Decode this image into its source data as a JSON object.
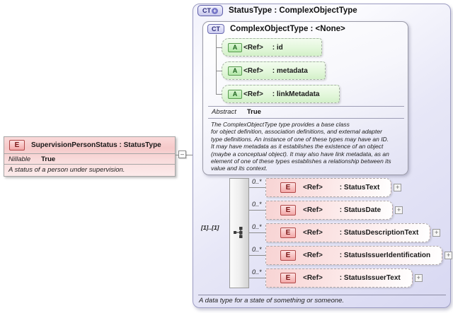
{
  "header": {
    "badge": "CT",
    "title": "StatusType : ComplexObjectType"
  },
  "base": {
    "badge": "CT",
    "title": "ComplexObjectType : <None>",
    "attributes": [
      {
        "badge": "A",
        "ref": "<Ref>",
        "name": ": id"
      },
      {
        "badge": "A",
        "ref": "<Ref>",
        "name": ": metadata"
      },
      {
        "badge": "A",
        "ref": "<Ref>",
        "name": ": linkMetadata"
      }
    ],
    "abstract_label": "Abstract",
    "abstract_value": "True",
    "description": "The ComplexObjectType type provides a base class\nfor object definition, association definitions, and external adapter\ntype definitions. An instance of one of these types may have an ID.\nIt may have metadata as it establishes the existence of an object\n(maybe a conceptual object). It may also have link metadata, as an\nelement of one of these types establishes a relationship between its\nvalue and its context."
  },
  "sequence": {
    "cardinality": "[1]..[1]"
  },
  "elements": [
    {
      "badge": "E",
      "occurs": "0..*",
      "ref": "<Ref>",
      "name": ": StatusText"
    },
    {
      "badge": "E",
      "occurs": "0..*",
      "ref": "<Ref>",
      "name": ": StatusDate"
    },
    {
      "badge": "E",
      "occurs": "0..*",
      "ref": "<Ref>",
      "name": ": StatusDescriptionText"
    },
    {
      "badge": "E",
      "occurs": "0..*",
      "ref": "<Ref>",
      "name": ": StatusIssuerIdentification"
    },
    {
      "badge": "E",
      "occurs": "0..*",
      "ref": "<Ref>",
      "name": ": StatusIssuerText"
    }
  ],
  "footer": {
    "text": "A data type for a state of something or someone."
  },
  "root_element": {
    "badge": "E",
    "title": "SupervisionPersonStatus : StatusType",
    "nillable_label": "Nillable",
    "nillable_value": "True",
    "description": "A status of a person under supervision."
  },
  "icons": {
    "expand": "+",
    "collapse": "–",
    "extension": "+"
  },
  "colors": {
    "outer_fill": "#d8d8f2",
    "outer_border": "#9c9cc2",
    "element_fill": "#f8d4d4",
    "element_badge": "#f3a8a8",
    "element_badge_border": "#b04848",
    "attribute_fill": "#e3f7db",
    "attribute_badge": "#b2e8a8",
    "attribute_badge_border": "#569a4e",
    "ct_badge_fill": "#ccccf0",
    "ct_badge_border": "#6a6ab0",
    "root_fill": "#f5c9c9",
    "line": "#8c8c8c"
  }
}
